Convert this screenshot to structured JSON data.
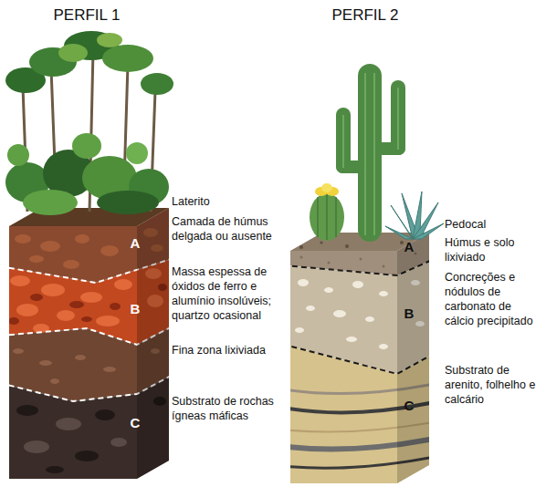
{
  "diagram": {
    "labels": [
      "PERFIL 1",
      "PERFIL 2",
      "Laterito",
      "Camada de húmus delgada ou ausente",
      "A",
      "Massa espessa de óxidos de ferro e alumínio insolúveis; quartzo ocasional",
      "B",
      "Fina zona lixiviada",
      "Substrato de rochas ígneas máficas",
      "C",
      "Pedocal",
      "Húmus e solo lixiviado",
      "A",
      "Concreções e nódulos de carbonato de cálcio precipitado",
      "B",
      "Substrato de arenito, folhelho e calcário",
      "C"
    ]
  }
}
